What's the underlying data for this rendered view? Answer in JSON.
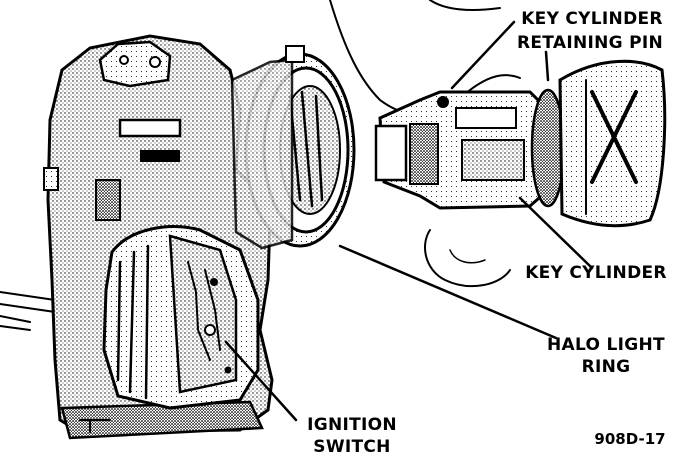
{
  "labels": {
    "key_cylinder_retaining_pin": [
      "KEY CYLINDER",
      "RETAINING PIN"
    ],
    "key_cylinder": "KEY CYLINDER",
    "halo_light_ring": [
      "HALO LIGHT",
      "RING"
    ],
    "ignition_switch": [
      "IGNITION",
      "SWITCH"
    ],
    "figure_id": "908D-17"
  }
}
